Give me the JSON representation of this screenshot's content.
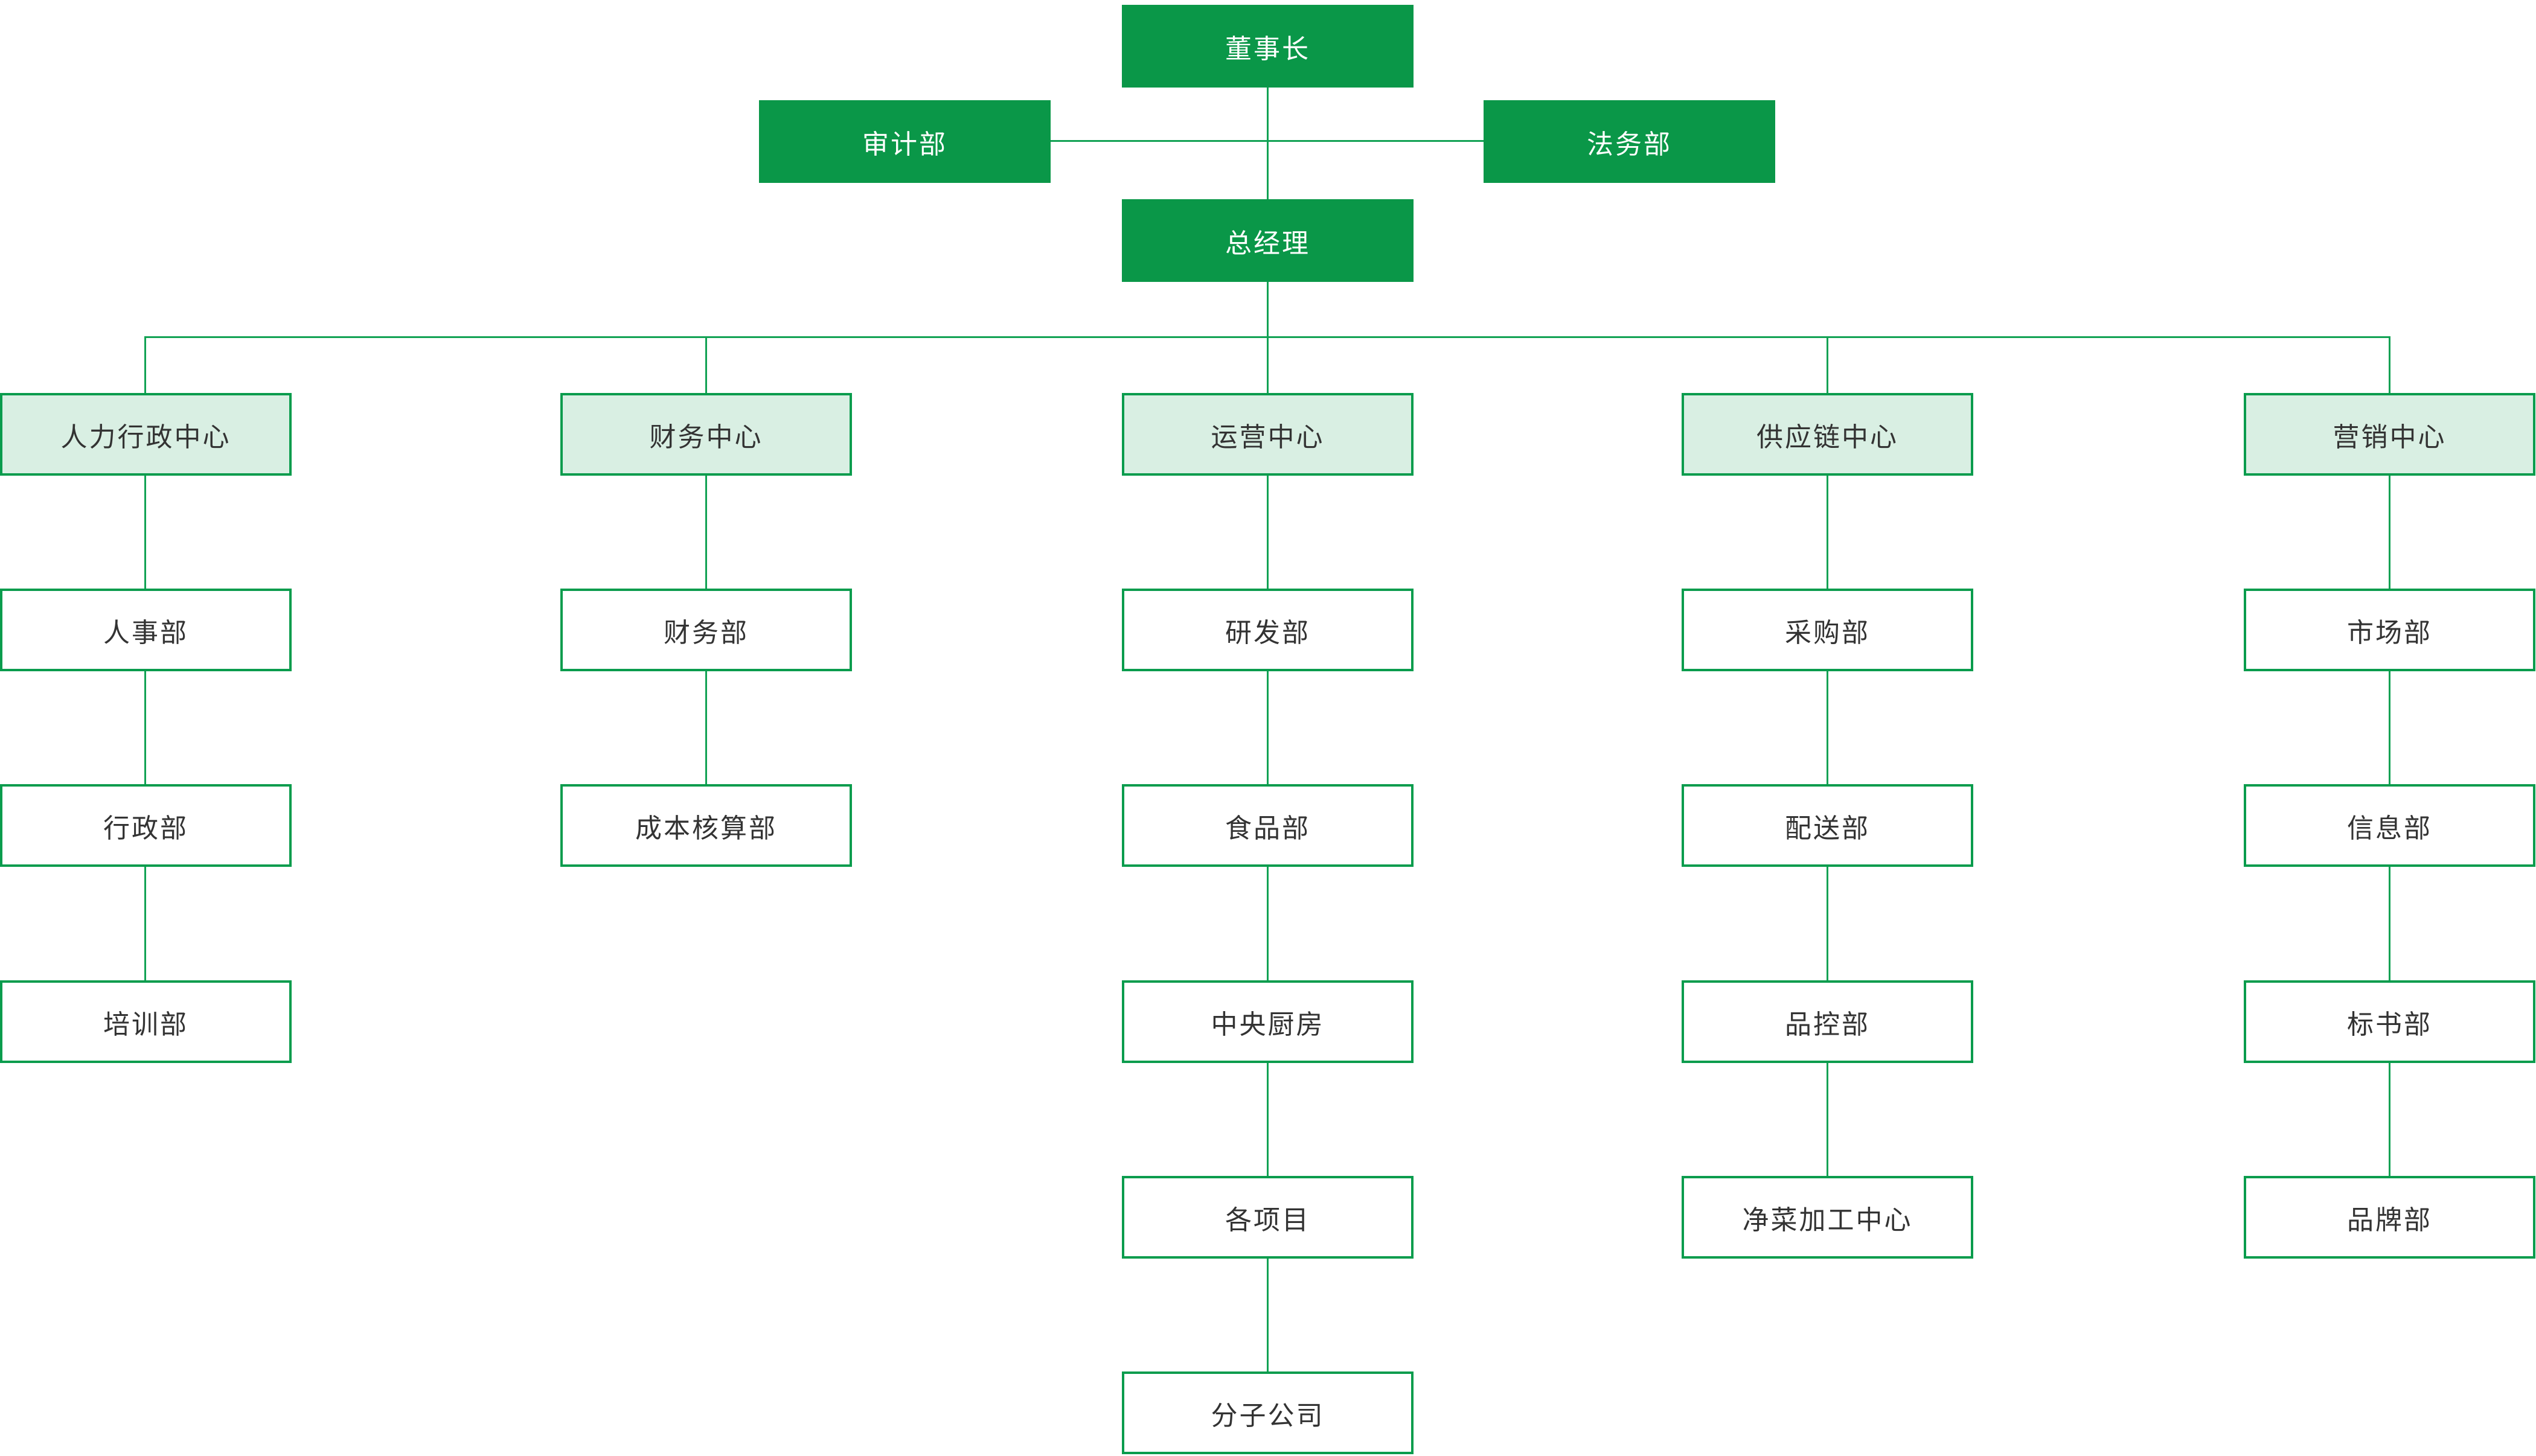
{
  "diagram": {
    "type": "org-chart",
    "colors": {
      "dark_green": "#0A9748",
      "border_green": "#0A9C4D",
      "line_green": "#12A254",
      "light_green_fill": "#D9EFE3",
      "text_dark": "#333333",
      "text_on_green": "#FFFFFF",
      "background": "#FFFFFF"
    },
    "top": {
      "chairman": "董事长",
      "audit": "审计部",
      "legal": "法务部",
      "general_manager": "总经理"
    },
    "columns": [
      {
        "center": "人力行政中心",
        "departments": [
          "人事部",
          "行政部",
          "培训部"
        ]
      },
      {
        "center": "财务中心",
        "departments": [
          "财务部",
          "成本核算部"
        ]
      },
      {
        "center": "运营中心",
        "departments": [
          "研发部",
          "食品部",
          "中央厨房",
          "各项目",
          "分子公司"
        ]
      },
      {
        "center": "供应链中心",
        "departments": [
          "采购部",
          "配送部",
          "品控部",
          "净菜加工中心"
        ]
      },
      {
        "center": "营销中心",
        "departments": [
          "市场部",
          "信息部",
          "标书部",
          "品牌部"
        ]
      }
    ]
  }
}
